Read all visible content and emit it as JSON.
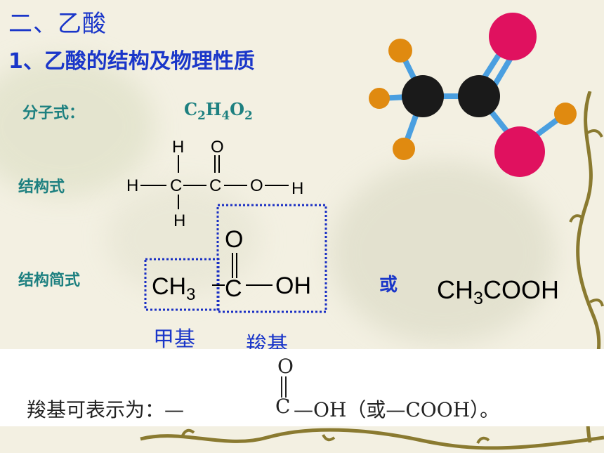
{
  "section_title": "二、乙酸",
  "subtitle": "1、乙酸的结构及物理性质",
  "molecular_formula": {
    "label": "分子式：",
    "c": "C",
    "c_n": "2",
    "h": "H",
    "h_n": "4",
    "o": "O",
    "o_n": "2"
  },
  "structural_formula": {
    "label": "结构式",
    "top_h": "H",
    "top_o": "O",
    "left_h": "H",
    "c1": "C",
    "c2": "C",
    "o": "O",
    "right_h": "H",
    "bottom_h": "H"
  },
  "simplified_formula": {
    "label": "结构简式",
    "ch": "CH",
    "sub3": "3",
    "c": "C",
    "oh": "OH",
    "o_top": "O",
    "methyl_label": "甲基",
    "carboxyl_label": "羧基",
    "or": "或",
    "alt_ch": "CH",
    "alt_sub3": "3",
    "alt_cooh": "COOH"
  },
  "note": {
    "prefix": "羧基可表示为：—",
    "c": "C",
    "suffix": "—OH（或—COOH）。",
    "o_top": "O"
  },
  "colors": {
    "title_blue": "#1a36c9",
    "label_teal": "#1d8080",
    "box_dotted": "#1a2fc4",
    "atom_black": "#1a1a1a",
    "atom_orange": "#e08a10",
    "atom_red": "#e0115f",
    "bond_blue": "#4a9fe0"
  }
}
